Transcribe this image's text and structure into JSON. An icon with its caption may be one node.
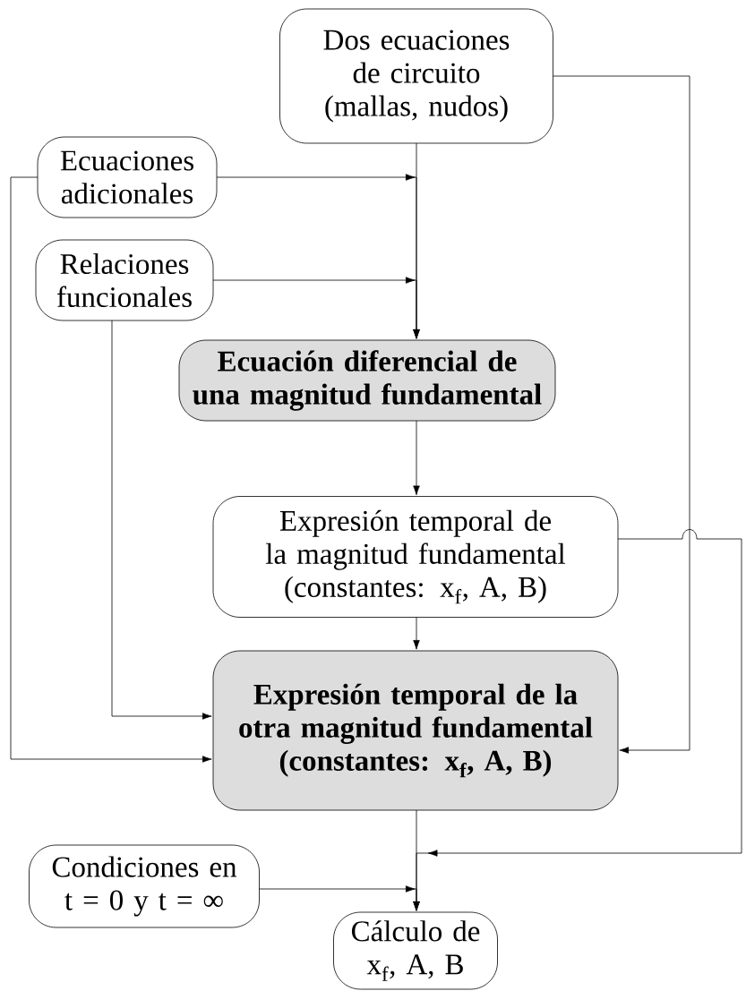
{
  "diagram": {
    "nodes": [
      {
        "text": [
          "Dos ecuaciones de circuito (mallas, nudos)"
        ]
      },
      {
        "text": [
          "Ecuaciones adicionales"
        ]
      },
      {
        "text": [
          "Relaciones funcionales"
        ]
      },
      {
        "text": [
          "Ecuación diferencial de una magnitud fundamental"
        ]
      },
      {
        "text": [
          "Expresión temporal de la magnitud fundamental (constantes: x$_{f}$, A, B)"
        ]
      },
      {
        "text": [
          "Expresión temporal de la otra magnitud fundamental (constantes: x$_{f}$, A, B)"
        ]
      },
      {
        "text": [
          "Condiciones en t = 0 y t = ∞"
        ]
      },
      {
        "text": [
          "Cálculo de x$_{f}$, A, B"
        ]
      }
    ],
    "edges": [
      {
        "from": 0,
        "to": 3,
        "arrow": "to"
      },
      {
        "from": 1,
        "to": 3,
        "arrow": "to"
      },
      {
        "from": 2,
        "to": 3,
        "arrow": "to"
      },
      {
        "from": 3,
        "to": 4,
        "arrow": "to"
      },
      {
        "from": 4,
        "to": 5,
        "arrow": "to"
      },
      {
        "from": 2,
        "to": 5,
        "arrow": "to"
      },
      {
        "from": 1,
        "to": 5,
        "arrow": "to"
      },
      {
        "from": 0,
        "to": 5,
        "arrow": "to"
      },
      {
        "from": 5,
        "to": 7,
        "arrow": "to"
      },
      {
        "from": 6,
        "to": 7,
        "arrow": "to"
      },
      {
        "from": 4,
        "to": 7,
        "arrow": "to"
      }
    ]
  }
}
